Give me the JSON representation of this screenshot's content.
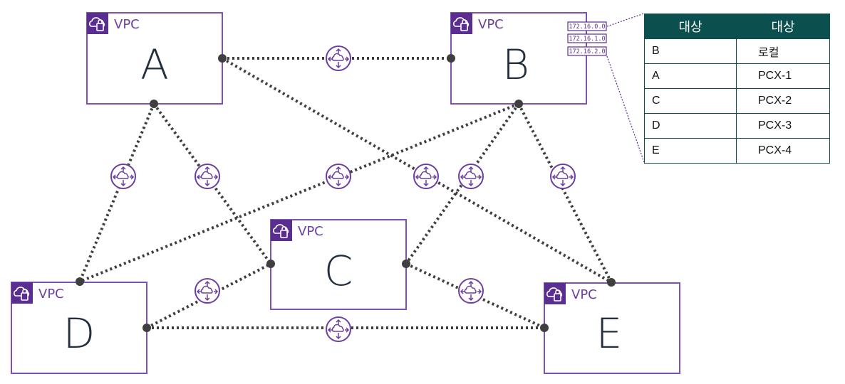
{
  "vpcs": [
    {
      "id": "A",
      "label": "VPC",
      "letter": "A"
    },
    {
      "id": "B",
      "label": "VPC",
      "letter": "B"
    },
    {
      "id": "C",
      "label": "VPC",
      "letter": "C"
    },
    {
      "id": "D",
      "label": "VPC",
      "letter": "D"
    },
    {
      "id": "E",
      "label": "VPC",
      "letter": "E"
    }
  ],
  "cidr_blocks": [
    "172.16.0.0",
    "172.16.1.0",
    "172.16.2.0"
  ],
  "route_table": {
    "headers": [
      "대상",
      "대상"
    ],
    "rows": [
      {
        "destination": "B",
        "target": "로컬"
      },
      {
        "destination": "A",
        "target": "PCX-1"
      },
      {
        "destination": "C",
        "target": "PCX-2"
      },
      {
        "destination": "D",
        "target": "PCX-3"
      },
      {
        "destination": "E",
        "target": "PCX-4"
      }
    ]
  },
  "peering_connections": [
    {
      "from": "A",
      "to": "B"
    },
    {
      "from": "A",
      "to": "D"
    },
    {
      "from": "A",
      "to": "C"
    },
    {
      "from": "A",
      "to": "E"
    },
    {
      "from": "B",
      "to": "D"
    },
    {
      "from": "B",
      "to": "C"
    },
    {
      "from": "B",
      "to": "E"
    },
    {
      "from": "D",
      "to": "C"
    },
    {
      "from": "C",
      "to": "E"
    },
    {
      "from": "D",
      "to": "E"
    }
  ],
  "colors": {
    "vpc_border": "#7d4fb8",
    "vpc_badge": "#5a2d91",
    "connector": "#3f3f3f",
    "peering_icon": "#6b3fa0",
    "table_header": "#0b4f4f"
  }
}
